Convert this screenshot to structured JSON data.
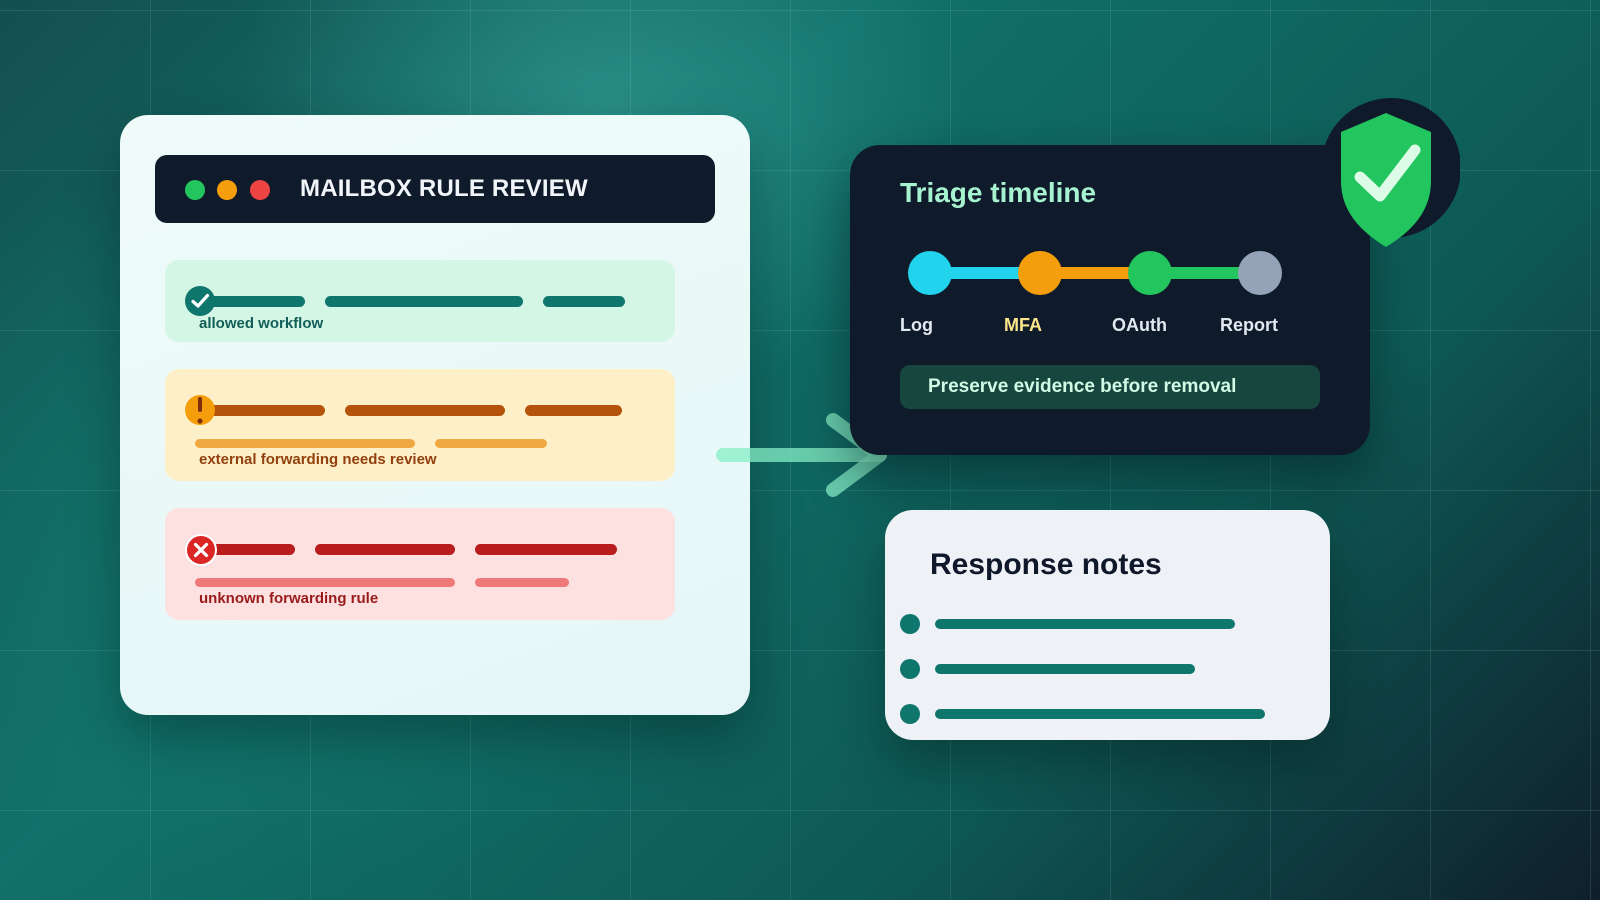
{
  "review": {
    "title": "MAILBOX RULE REVIEW",
    "rules": [
      {
        "status": "allowed",
        "label": "allowed workflow"
      },
      {
        "status": "warning",
        "label": "external forwarding needs review"
      },
      {
        "status": "blocked",
        "label": "unknown forwarding rule"
      }
    ]
  },
  "triage": {
    "title": "Triage timeline",
    "steps": [
      "Log",
      "MFA",
      "OAuth",
      "Report"
    ],
    "note": "Preserve evidence before removal"
  },
  "notes": {
    "title": "Response notes"
  },
  "colors": {
    "allowed": "#0f766e",
    "warning": "#b45309",
    "blocked": "#b91c1c",
    "step_log": "#22d3ee",
    "step_mfa": "#f59e0b",
    "step_oauth": "#22c55e",
    "step_report": "#94a3b8",
    "shield": "#22c55e"
  },
  "icons": [
    "check-circle-icon",
    "alert-circle-icon",
    "x-circle-icon",
    "arrow-right-icon",
    "shield-check-icon"
  ]
}
